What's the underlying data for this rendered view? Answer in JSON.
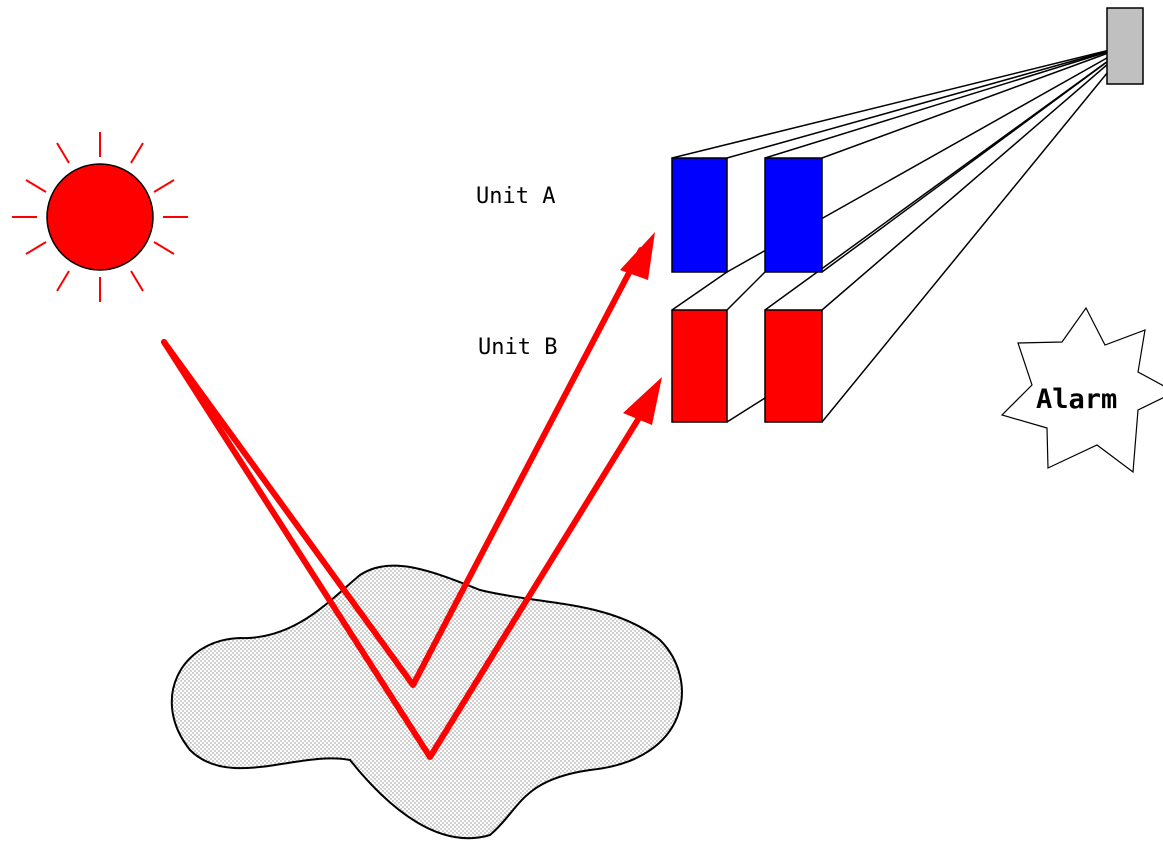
{
  "diagram": {
    "labels": {
      "unit_a": "Unit A",
      "unit_b": "Unit B",
      "alarm": "Alarm"
    },
    "colors": {
      "sun": "#ff0000",
      "rays": "#ff0000",
      "light_path": "#ff0000",
      "unit_a_sensor": "#0000ff",
      "unit_b_sensor": "#ff0000",
      "receiver_box": "#c0c0c0",
      "surface_fill": "#ececec",
      "outline": "#000000"
    },
    "icons": {
      "sun": "sun-icon",
      "alarm": "alarm-starburst-icon",
      "receiver": "receiver-box-icon"
    }
  }
}
